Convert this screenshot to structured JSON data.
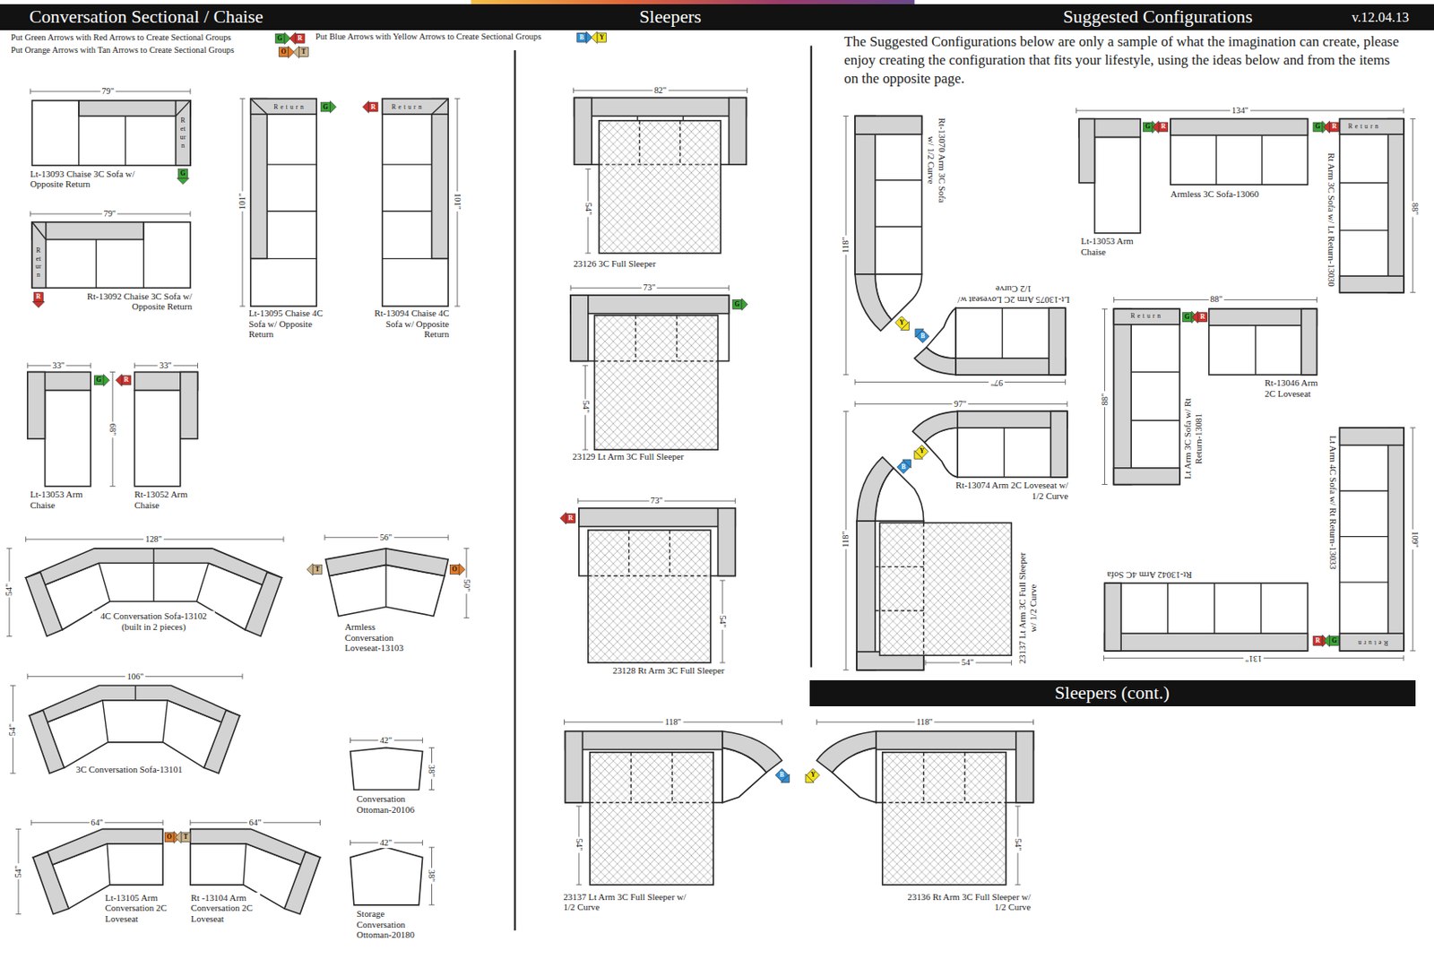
{
  "diagram": {
    "nodes": [
      {
        "text": [
          "Conversation Sectional / Chaise",
          "Sleepers",
          "Suggested Configurations",
          "v.12.04.13"
        ]
      },
      {
        "text": [
          "Sleepers (cont.)"
        ]
      }
    ],
    "labels": [
      "G",
      "R",
      "B",
      "Y",
      "O",
      "T",
      "79\"",
      "Return",
      "G",
      "Lt-13093 Chaise 3C Sofa w/ Opposite Return",
      "79\"",
      "Return",
      "R",
      "Rt-13092 Chaise 3C Sofa w/ Opposite Return",
      "Return",
      "G",
      "101\"",
      "Lt-13095 Chaise 4C Sofa w/ Opposite Return",
      "Return",
      "R",
      "101\"",
      "Rt-13094 Chaise 4C Sofa w/ Opposite Return",
      "33\"",
      "G",
      "68\"",
      "Lt-13053 Arm Chaise",
      "33\"",
      "R",
      "Rt-13052 Arm Chaise",
      "128\"",
      "54\"",
      "4C Conversation Sofa-13102 (built in 2 pieces)",
      "56\"",
      "T",
      "O",
      "50\"",
      "Armless Conversation Loveseat-13103",
      "106\"",
      "54\"",
      "3C Conversation Sofa-13101",
      "42\"",
      "38\"",
      "Conversation Ottoman-20106",
      "64\"",
      "O",
      "T",
      "64\"",
      "54\"",
      "Lt-13105 Arm Conversation 2C Loveseat",
      "Rt -13104 Arm Conversation 2C Loveseat",
      "42\"",
      "38\"",
      "Storage Conversation Ottoman-20180",
      "82\"",
      "54\"",
      "23126 3C Full Sleeper",
      "73\"",
      "G",
      "54\"",
      "23129 Lt Arm 3C Full Sleeper",
      "73\"",
      "R",
      "54\"",
      "23128 Rt Arm 3C Full Sleeper",
      "118\"",
      "B",
      "54\"",
      "23137 Lt Arm 3C Full Sleeper w/ 1/2 Curve",
      "118\"",
      "Y",
      "54\"",
      "23136 Rt Arm 3C Full Sleeper w/ 1/2 Curve",
      "The Suggested Configurations below are only a sample of what the imagination can create, please enjoy creating the configuration that fits your lifestyle, using the ideas below and from the items on the opposite page.",
      "Rt-13070 Arm 3C Sofa w/ 1/2 Curve",
      "118\"",
      "Y",
      "B",
      "Lt-13075 Arm 2C Loveseat w/ 1/2 Curve",
      "97\"",
      "134\"",
      "G",
      "R",
      "G",
      "R",
      "Return",
      "Rt Arm 3C Sofa w/ Lt Return-13030",
      "88\"",
      "Armless 3C Sofa-13060",
      "Lt-13053 Arm Chaise",
      "88\"",
      "Return",
      "G",
      "R",
      "88\"",
      "Lt Arm 3C Sofa w/ Rt Return-13081",
      "Rt-13046 Arm 2C Loveseat",
      "Lt Arm 4C Sofa w/ Rt Return-13033",
      "109\"",
      "Rt-13042 Arm 4C Sofa",
      "R",
      "G",
      "Return",
      "131\"",
      "97\"",
      "Y",
      "B",
      "Rt-13074 Arm 2C Loveseat w/ 1/2 Curve",
      "118\"",
      "54\"",
      "23137 Lt Arm 3C Full Sleeper w/ 1/2 Curve"
    ],
    "legend": [
      {
        "text": "Put Green Arrows with Red Arrows to Create Sectional Groups"
      },
      {
        "text": "Put Blue Arrows with Yellow Arrows to Create Sectional Groups"
      },
      {
        "text": "Put Orange Arrows with Tan Arrows to Create Sectional Groups"
      }
    ]
  }
}
